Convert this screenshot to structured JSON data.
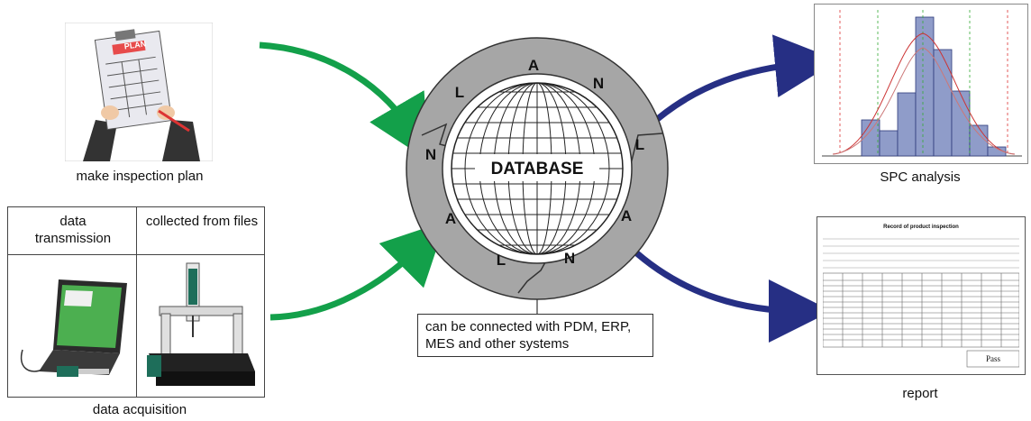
{
  "left": {
    "plan_caption": "make inspection plan",
    "plan_badge": "PLAN",
    "acq_col1": "data transmission",
    "acq_col2": "collected from files",
    "acq_caption": "data acquisition"
  },
  "center": {
    "hub": "DATABASE",
    "ring_letters": [
      "A",
      "N",
      "L",
      "A",
      "N",
      "L",
      "A",
      "N",
      "L"
    ],
    "note": "can be connected with PDM, ERP, MES and other systems"
  },
  "right": {
    "spc_caption": "SPC analysis",
    "report_caption": "report",
    "report_title": "Record of product inspection",
    "report_stamp": "Pass"
  },
  "colors": {
    "arrow_green": "#13a04a",
    "arrow_navy": "#262f84",
    "ring": "#a6a6a6",
    "histogram": "#8f9cc9"
  }
}
